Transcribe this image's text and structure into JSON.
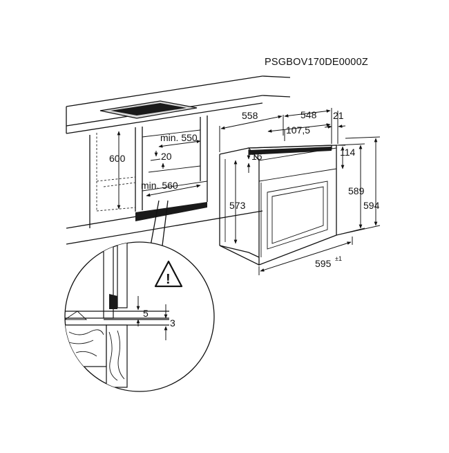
{
  "model_code": "PSGBOV170DE0000Z",
  "cabinet": {
    "height": "600",
    "min_width_top": "min. 550",
    "gap": "20",
    "min_width_bottom": "min. 560"
  },
  "oven": {
    "depth": "558",
    "depth_total": "548",
    "front_offset": "107,5",
    "door": "21",
    "top_gap": "16",
    "panel_height": "114",
    "body_height": "573",
    "front_height": "589",
    "total_height": "594",
    "width": "595",
    "width_tolerance": "±1"
  },
  "detail": {
    "gap_top": "5",
    "gap_bottom": "3",
    "warning_symbol": "!"
  }
}
